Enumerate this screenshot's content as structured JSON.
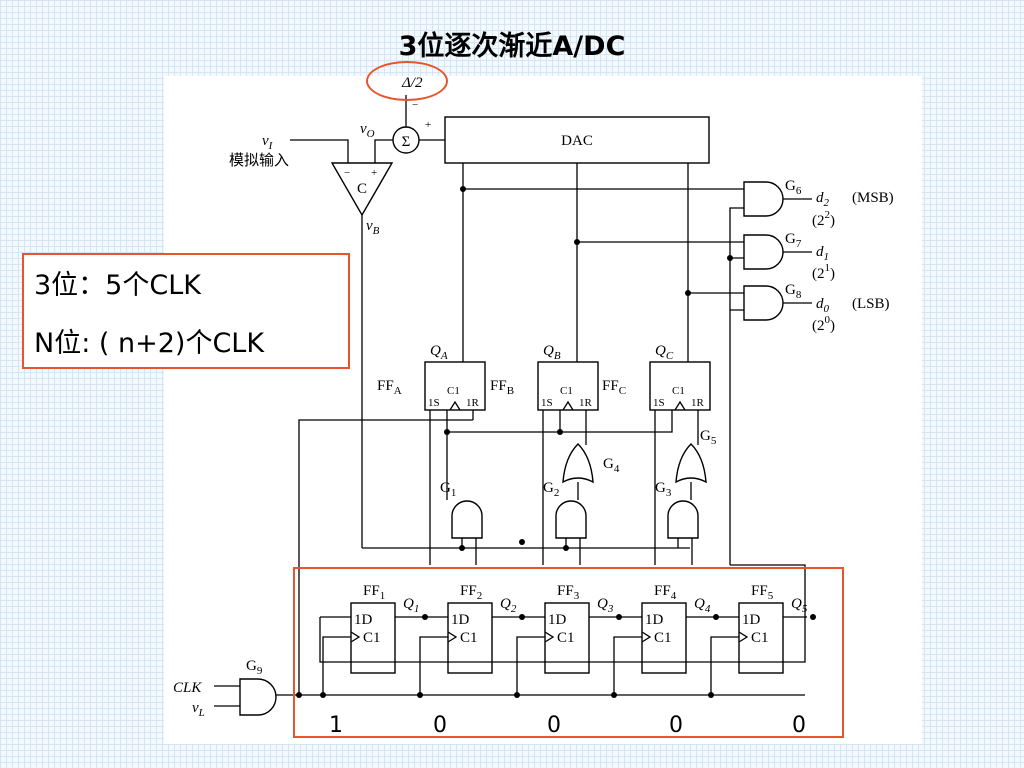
{
  "title": "3位逐次渐近A/DC",
  "note": {
    "line1": "3位：5个CLK",
    "line2": "N位: ( n+2)个CLK"
  },
  "diagram": {
    "threshold": "Δ/2",
    "threshold_sign": "−",
    "sum_symbol": "Σ",
    "sum_plus": "+",
    "dac": "DAC",
    "input_var": "v",
    "input_sub": "I",
    "input_text": "模拟输入",
    "vo_var": "v",
    "vo_sub": "O",
    "comparator": "C",
    "comp_minus": "−",
    "comp_plus": "+",
    "vb_var": "v",
    "vb_sub": "B",
    "gates_out": [
      {
        "gate": "G",
        "gate_sub": "6",
        "d": "d",
        "d_sub": "2",
        "weight": "(2",
        "weight_sup": "2",
        "tag": "(MSB)"
      },
      {
        "gate": "G",
        "gate_sub": "7",
        "d": "d",
        "d_sub": "1",
        "weight": "(2",
        "weight_sup": "1",
        "tag": ""
      },
      {
        "gate": "G",
        "gate_sub": "8",
        "d": "d",
        "d_sub": "0",
        "weight": "(2",
        "weight_sup": "0",
        "tag": "(LSB)"
      }
    ],
    "ff_top": [
      {
        "q": "Q",
        "q_sub": "A",
        "ff": "FF",
        "ff_sub": "A",
        "inner": "1S C1 1R"
      },
      {
        "q": "Q",
        "q_sub": "B",
        "ff": "FF",
        "ff_sub": "B",
        "inner": "1S C1 1R"
      },
      {
        "q": "Q",
        "q_sub": "C",
        "ff": "FF",
        "ff_sub": "C",
        "inner": "1S C1 1R"
      }
    ],
    "logic_gates": [
      "G1",
      "G2",
      "G3",
      "G4",
      "G5"
    ],
    "shift": [
      {
        "ff": "FF",
        "ff_sub": "1",
        "q": "Q",
        "q_sub": "1"
      },
      {
        "ff": "FF",
        "ff_sub": "2",
        "q": "Q",
        "q_sub": "2"
      },
      {
        "ff": "FF",
        "ff_sub": "3",
        "q": "Q",
        "q_sub": "3"
      },
      {
        "ff": "FF",
        "ff_sub": "4",
        "q": "Q",
        "q_sub": "4"
      },
      {
        "ff": "FF",
        "ff_sub": "5",
        "q": "Q",
        "q_sub": "5"
      }
    ],
    "d_label": "1D",
    "c_label": "C1",
    "clk": "CLK",
    "vl_var": "v",
    "vl_sub": "L",
    "g9": "G",
    "g9_sub": "9"
  },
  "bits": [
    "1",
    "0",
    "0",
    "0",
    "0"
  ],
  "colors": {
    "highlight": "#e8542c",
    "grid": "#d4e6f5"
  }
}
